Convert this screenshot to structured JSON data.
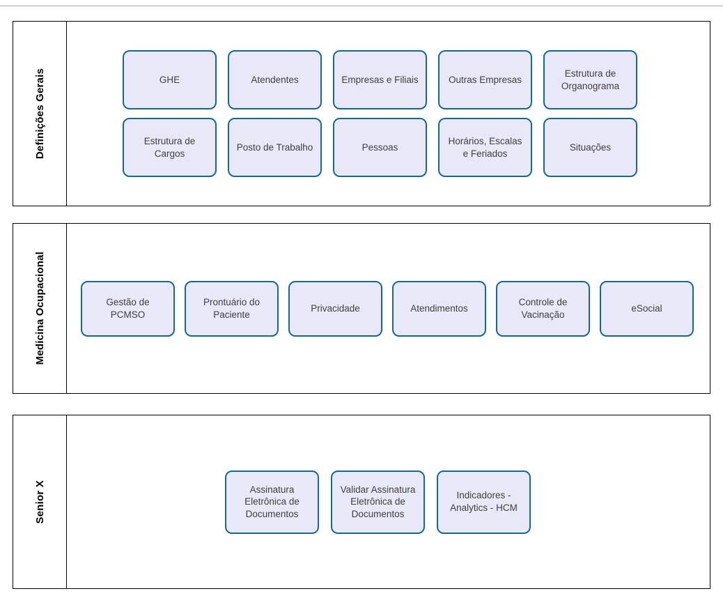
{
  "colors": {
    "card_fill": "#e9e8f8",
    "card_border": "#16688f",
    "lane_border": "#000000",
    "card_text": "#3f3f3f"
  },
  "sections": [
    {
      "label": "Definições Gerais",
      "rows": [
        [
          "GHE",
          "Atendentes",
          "Empresas e Filiais",
          "Outras Empresas",
          "Estrutura de Organograma"
        ],
        [
          "Estrutura de Cargos",
          "Posto de Trabalho",
          "Pessoas",
          "Horários, Escalas e Feriados",
          "Situações"
        ]
      ]
    },
    {
      "label": "Medicina Ocupacional",
      "rows": [
        [
          "Gestão de PCMSO",
          "Prontuário do Paciente",
          "Privacidade",
          "Atendimentos",
          "Controle de Vacinação",
          "eSocial"
        ]
      ]
    },
    {
      "label": "Senior X",
      "rows": [
        [
          "Assinatura Eletrônica de Documentos",
          "Validar Assinatura Eletrônica de Documentos",
          "Indicadores - Analytics - HCM"
        ]
      ]
    }
  ]
}
